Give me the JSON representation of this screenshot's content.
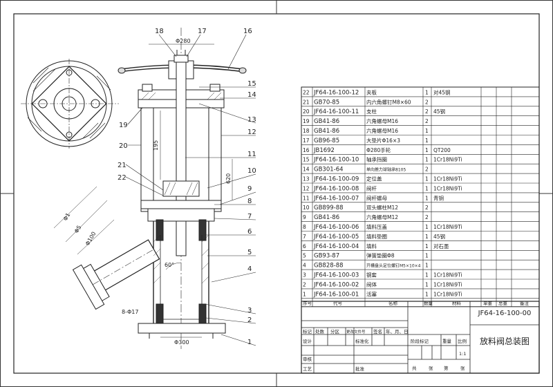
{
  "drawing": {
    "callouts_top": [
      "18",
      "17",
      "16"
    ],
    "callouts_right": [
      "15",
      "14",
      "13",
      "12",
      "11",
      "10",
      "9",
      "8",
      "7",
      "6",
      "5",
      "4",
      "3",
      "2",
      "1"
    ],
    "callouts_left": [
      "19",
      "20",
      "21",
      "22"
    ],
    "dimensions": {
      "handwheel": "Φ280",
      "stem_height": "195",
      "right_height": "620",
      "left_a": "Φ1",
      "left_b": "Φ5",
      "left_c": "Φ100",
      "angle": "60°",
      "bottom_dia": "Φ300",
      "bottom_left": "8-Φ17"
    }
  },
  "bom": {
    "rows": [
      {
        "no": "22",
        "code": "JF64-16-100-12",
        "name": "夹板",
        "qty": "1",
        "material": "对45钢",
        "remark": ""
      },
      {
        "no": "21",
        "code": "GB70-85",
        "name": "内六角螺钉M8×60",
        "qty": "2",
        "material": "",
        "remark": ""
      },
      {
        "no": "20",
        "code": "JF64-16-100-11",
        "name": "支柱",
        "qty": "2",
        "material": "45钢",
        "remark": ""
      },
      {
        "no": "19",
        "code": "GB41-86",
        "name": "六角螺母M16",
        "qty": "2",
        "material": "",
        "remark": ""
      },
      {
        "no": "18",
        "code": "GB41-86",
        "name": "六角螺母M16",
        "qty": "1",
        "material": "",
        "remark": ""
      },
      {
        "no": "17",
        "code": "GB96-85",
        "name": "大垫片Φ16×3",
        "qty": "1",
        "material": "",
        "remark": ""
      },
      {
        "no": "16",
        "code": "JB1692",
        "name": "Φ280手轮",
        "qty": "1",
        "material": "QT200",
        "remark": ""
      },
      {
        "no": "15",
        "code": "JF64-16-100-10",
        "name": "轴承挡圈",
        "qty": "1",
        "material": "1Cr18Ni9Ti",
        "remark": ""
      },
      {
        "no": "14",
        "code": "GB301-64",
        "name": "单向推力球轴承8105",
        "qty": "2",
        "material": "",
        "remark": ""
      },
      {
        "no": "13",
        "code": "JF64-16-100-09",
        "name": "定位盖",
        "qty": "1",
        "material": "1Cr18Ni9Ti",
        "remark": ""
      },
      {
        "no": "12",
        "code": "JF64-16-100-08",
        "name": "阀杆",
        "qty": "1",
        "material": "1Cr18Ni9Ti",
        "remark": ""
      },
      {
        "no": "11",
        "code": "JF64-16-100-07",
        "name": "阀杆螺母",
        "qty": "1",
        "material": "青铜",
        "remark": ""
      },
      {
        "no": "10",
        "code": "GB899-88",
        "name": "双头螺柱M12",
        "qty": "2",
        "material": "",
        "remark": ""
      },
      {
        "no": "9",
        "code": "GB41-86",
        "name": "六角螺母M12",
        "qty": "2",
        "material": "",
        "remark": ""
      },
      {
        "no": "8",
        "code": "JF64-16-100-06",
        "name": "填料压盖",
        "qty": "1",
        "material": "1Cr18Ni9Ti",
        "remark": ""
      },
      {
        "no": "7",
        "code": "JF64-16-100-05",
        "name": "填料垫圈",
        "qty": "1",
        "material": "45钢",
        "remark": ""
      },
      {
        "no": "6",
        "code": "JF64-16-100-04",
        "name": "填料",
        "qty": "1",
        "material": "对石墨",
        "remark": ""
      },
      {
        "no": "5",
        "code": "GB93-87",
        "name": "弹簧垫圈Φ8",
        "qty": "1",
        "material": "",
        "remark": ""
      },
      {
        "no": "4",
        "code": "GB828-88",
        "name": "开槽盘头定位螺钉M5×10×4",
        "qty": "1",
        "material": "",
        "remark": ""
      },
      {
        "no": "3",
        "code": "JF64-16-100-03",
        "name": "钢套",
        "qty": "1",
        "material": "1Cr18Ni9Ti",
        "remark": ""
      },
      {
        "no": "2",
        "code": "JF64-16-100-02",
        "name": "阀体",
        "qty": "1",
        "material": "1Cr18Ni9Ti",
        "remark": ""
      },
      {
        "no": "1",
        "code": "JF64-16-100-01",
        "name": "活塞",
        "qty": "1",
        "material": "1Cr18Ni9Ti",
        "remark": ""
      }
    ],
    "header": {
      "no": "序号",
      "code": "代号",
      "name": "名称",
      "qty": "数量",
      "material": "材料",
      "unit": "单重",
      "total": "总重",
      "remark": "备注"
    }
  },
  "title_block": {
    "drawing_no": "JF64-16-100-00",
    "title": "放料阀总装图",
    "rev_header": [
      "标记",
      "处数",
      "分区",
      "更改文件号",
      "签名",
      "年、月、日"
    ],
    "design": "设计",
    "standard": "标准化",
    "stage_header": [
      "阶段标记",
      "重量",
      "比例"
    ],
    "scale": "1:1",
    "review": "审核",
    "process": "工艺",
    "approve": "批准",
    "sheets_a": "共",
    "sheets_b": "张",
    "sheets_c": "第",
    "sheets_d": "张"
  }
}
